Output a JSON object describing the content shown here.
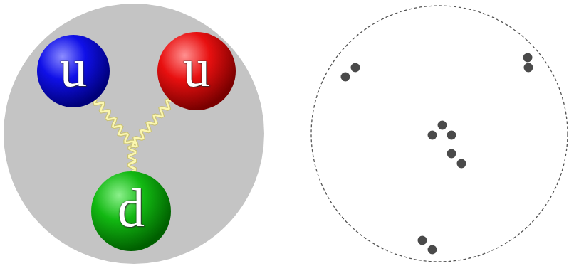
{
  "diagram": {
    "nodes": [
      {
        "text": [
          "u"
        ]
      },
      {
        "text": [
          "u"
        ]
      },
      {
        "text": [
          "d"
        ]
      }
    ],
    "edges": [
      {
        "from": 0,
        "to": 2,
        "arrow": "none"
      },
      {
        "from": 1,
        "to": 2,
        "arrow": "none"
      },
      {
        "from": 0,
        "to": 1,
        "arrow": "none"
      }
    ]
  }
}
